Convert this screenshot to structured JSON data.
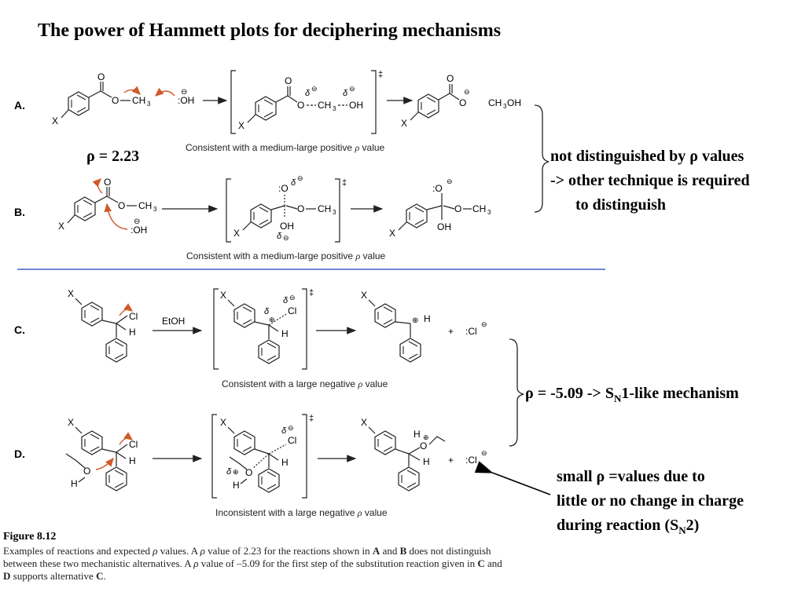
{
  "title": "The power of Hammett plots for deciphering mechanisms",
  "row_labels": {
    "a": "A.",
    "b": "B.",
    "c": "C.",
    "d": "D."
  },
  "captions": {
    "a_pre": "Consistent with a medium-large positive",
    "b_pre": "Consistent with a medium-large positive",
    "c_pre": "Consistent with a large negative",
    "d_pre": "Inconsistent with a large negative",
    "rho_sym": "ρ",
    "value_word": "value"
  },
  "rho_ab": "ρ = 2.23",
  "note_ab": {
    "line1": "not distinguished by ρ values",
    "line2": "-> other technique is required",
    "line3": "to distinguish"
  },
  "rho_cd": {
    "prefix": "ρ = -5.09 -> S",
    "sub": "N",
    "suffix": "1-like mechanism"
  },
  "note_sn2": {
    "line1": "small ρ =values due to",
    "line2": "little or no change in charge",
    "line3_prefix": "during reaction (S",
    "line3_sub": "N",
    "line3_suffix": "2)"
  },
  "figure": {
    "label": "Figure 8.12",
    "p1": "Examples of reactions and expected",
    "p2": "values. A",
    "p3": "value of 2.23 for the reactions shown in",
    "A": "A",
    "and": "and",
    "B": "B",
    "p4": "does not distinguish between these two mechanistic alternatives. A",
    "p5": "value of –5.09 for the first step of the substitution reaction given in",
    "C": "C",
    "and2": "and",
    "D": "D",
    "p6": "supports alternative",
    "C2": "C",
    "end": "."
  },
  "chem": {
    "X": "X",
    "O": "O",
    "OH": "OH",
    "CH3": "CH",
    "three": "3",
    "OCH3": "O",
    "CH3OH": "CH",
    "OHend": "OH",
    "colonOH": ":OH",
    "colonO": ":O",
    "Cl": "Cl",
    "colonCl": ":Cl",
    "H": "H",
    "EtOH": "EtOH",
    "delta": "δ",
    "minus": "⊖",
    "plus": "⊕",
    "dagger": "‡",
    "plus_sign": "+"
  },
  "colors": {
    "separator": "#1f3fbf",
    "curved_arrow": "#d05a2a",
    "text": "#000000"
  }
}
